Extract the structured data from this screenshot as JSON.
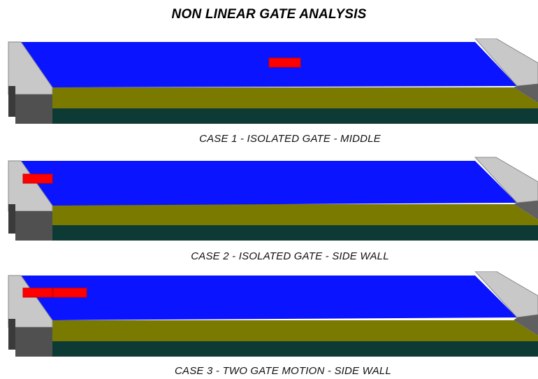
{
  "title": "NON LINEAR GATE ANALYSIS",
  "cases": [
    {
      "caption": "CASE 1 - ISOLATED GATE - MIDDLE"
    },
    {
      "caption": "CASE 2 - ISOLATED GATE - SIDE WALL"
    },
    {
      "caption": "CASE 3 - TWO GATE MOTION - SIDE WALL"
    }
  ],
  "colors": {
    "water": "#0A14FF",
    "bed": "#7A7A00",
    "bed_shadow": "#0E3A36",
    "wall_light": "#C8C8C8",
    "wall_dark": "#505050",
    "gate": "#FF0000"
  }
}
